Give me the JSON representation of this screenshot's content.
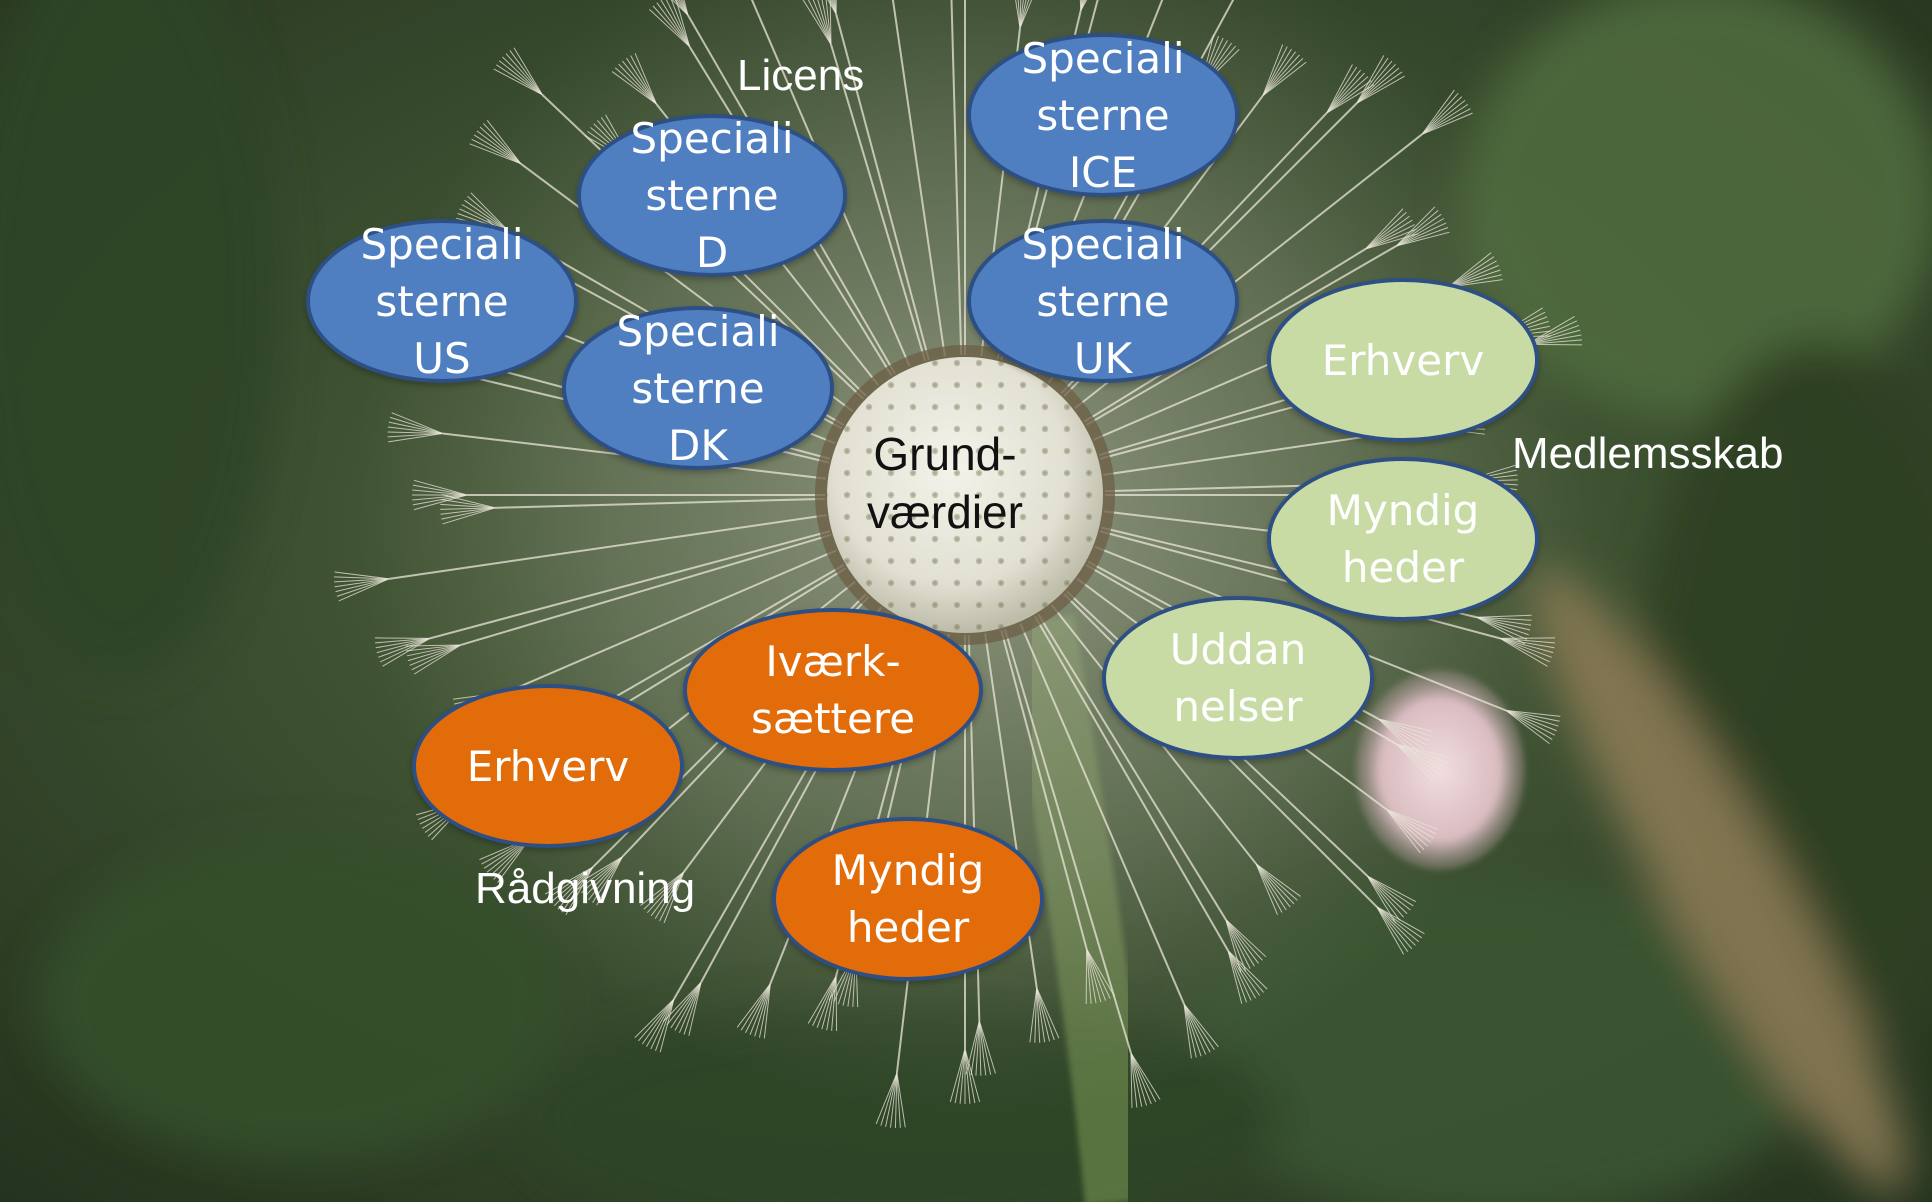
{
  "diagram": {
    "center": {
      "text": "Grund-\nværdier"
    },
    "group_labels": {
      "licens": "Licens",
      "medlemsskab": "Medlemsskab",
      "raadgivning": "Rådgivning"
    },
    "nodes": {
      "spec_d": {
        "text": "Speciali\nsterne\nD",
        "group": "licens"
      },
      "spec_ice": {
        "text": "Speciali\nsterne\nICE",
        "group": "licens"
      },
      "spec_us": {
        "text": "Speciali\nsterne\nUS",
        "group": "licens"
      },
      "spec_dk": {
        "text": "Speciali\nsterne\nDK",
        "group": "licens"
      },
      "spec_uk": {
        "text": "Speciali\nsterne\nUK",
        "group": "licens"
      },
      "med_erhverv": {
        "text": "Erhverv",
        "group": "medlemsskab"
      },
      "med_myndigheder": {
        "text": "Myndig\nheder",
        "group": "medlemsskab"
      },
      "med_uddannelser": {
        "text": "Uddan\nnelser",
        "group": "medlemsskab"
      },
      "raad_ivaerk": {
        "text": "Iværk-\nsættere",
        "group": "raadgivning"
      },
      "raad_erhverv": {
        "text": "Erhverv",
        "group": "raadgivning"
      },
      "raad_myndigheder": {
        "text": "Myndig\nheder",
        "group": "raadgivning"
      }
    },
    "colors": {
      "licens": "#4f7fc0",
      "medlemsskab": "#c8dba5",
      "raadgivning": "#e36c0a",
      "outline": "#2d4f84"
    }
  }
}
